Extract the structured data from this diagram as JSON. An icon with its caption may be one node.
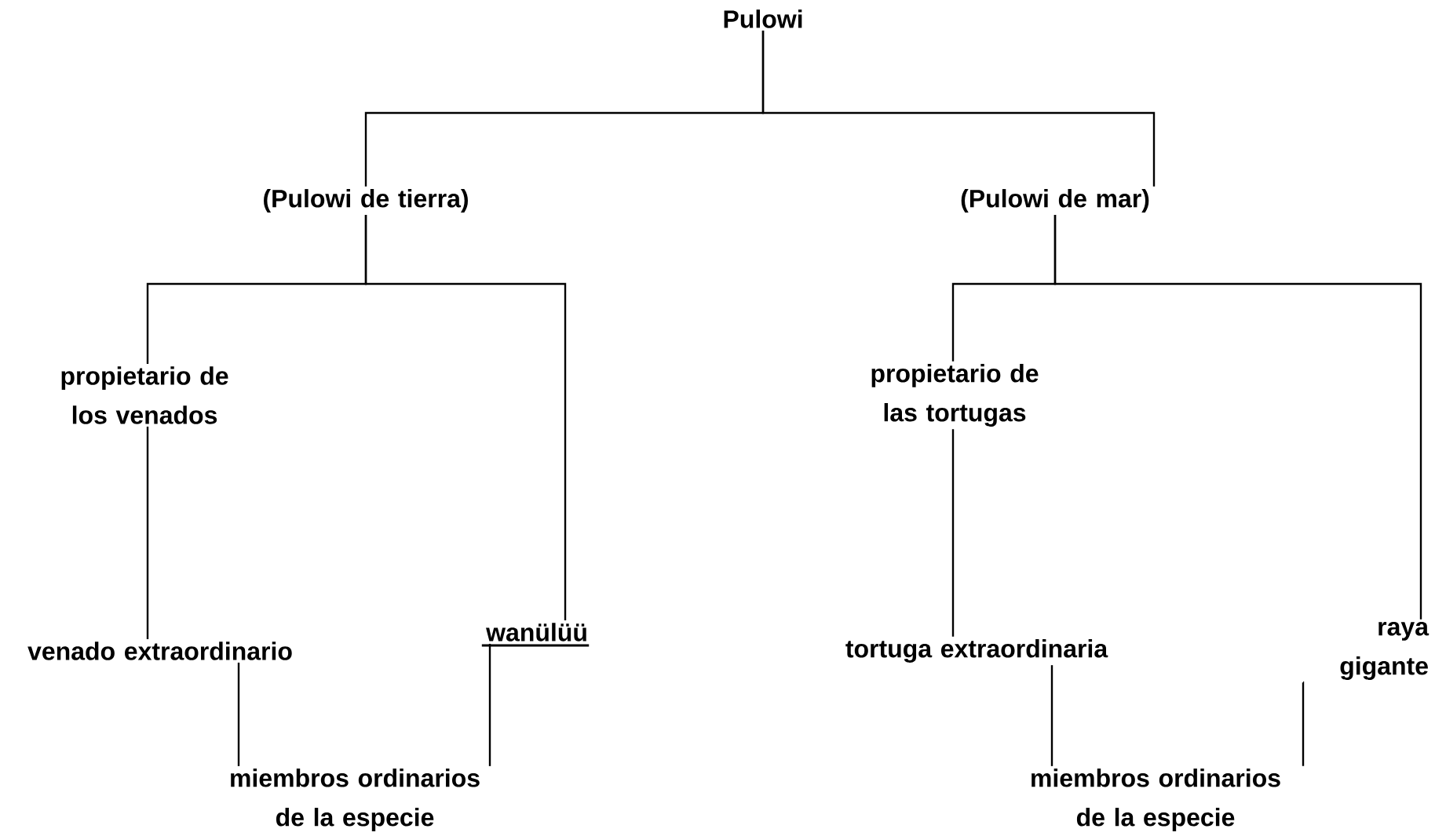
{
  "diagram": {
    "nodes": [
      {
        "text": [
          "Pulowi"
        ]
      },
      {
        "text": [
          "(Pulowi de tierra)"
        ]
      },
      {
        "text": [
          "(Pulowi de mar)"
        ]
      },
      {
        "text": [
          "propietario de los venados"
        ]
      },
      {
        "text": [
          "propietario de las tortugas"
        ]
      },
      {
        "text": [
          "venado extraordinario"
        ]
      },
      {
        "text": [
          "wanülüü"
        ]
      },
      {
        "text": [
          "miembros ordinarios de la especie"
        ]
      },
      {
        "text": [
          "tortuga extraordinaria"
        ]
      },
      {
        "text": [
          "raya gigante"
        ]
      },
      {
        "text": [
          "miembros ordinarios de la especie"
        ]
      }
    ],
    "edges": [
      {
        "from": 0,
        "to": 1,
        "arrow": "none"
      },
      {
        "from": 0,
        "to": 2,
        "arrow": "none"
      },
      {
        "from": 1,
        "to": 3,
        "arrow": "none"
      },
      {
        "from": 1,
        "to": 6,
        "arrow": "none"
      },
      {
        "from": 3,
        "to": 5,
        "arrow": "none"
      },
      {
        "from": 5,
        "to": 7,
        "arrow": "none"
      },
      {
        "from": 6,
        "to": 7,
        "arrow": "none"
      },
      {
        "from": 2,
        "to": 4,
        "arrow": "none"
      },
      {
        "from": 2,
        "to": 9,
        "arrow": "none"
      },
      {
        "from": 4,
        "to": 8,
        "arrow": "none"
      },
      {
        "from": 8,
        "to": 10,
        "arrow": "none"
      },
      {
        "from": 9,
        "to": 10,
        "arrow": "none"
      }
    ]
  }
}
